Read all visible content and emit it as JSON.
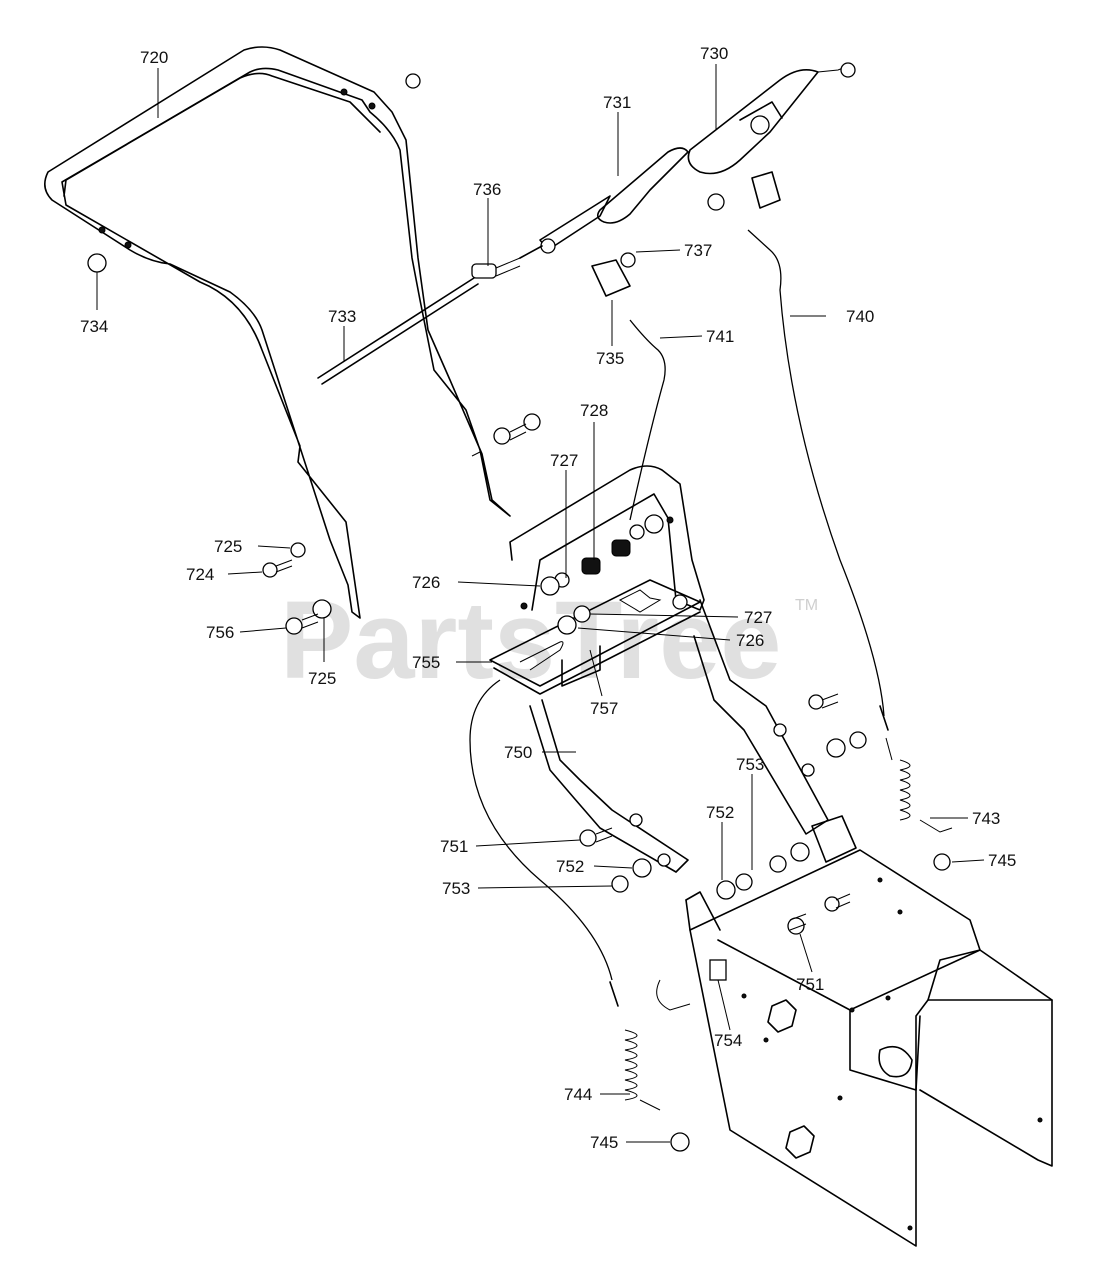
{
  "watermark": {
    "text": "PartsTree",
    "trademark": "TM"
  },
  "callouts": [
    {
      "id": "c720",
      "text": "720"
    },
    {
      "id": "c730",
      "text": "730"
    },
    {
      "id": "c731",
      "text": "731"
    },
    {
      "id": "c736",
      "text": "736"
    },
    {
      "id": "c737",
      "text": "737"
    },
    {
      "id": "c734",
      "text": "734"
    },
    {
      "id": "c733",
      "text": "733"
    },
    {
      "id": "c735",
      "text": "735"
    },
    {
      "id": "c741",
      "text": "741"
    },
    {
      "id": "c740",
      "text": "740"
    },
    {
      "id": "c728",
      "text": "728"
    },
    {
      "id": "c727a",
      "text": "727"
    },
    {
      "id": "c725a",
      "text": "725"
    },
    {
      "id": "c724",
      "text": "724"
    },
    {
      "id": "c726a",
      "text": "726"
    },
    {
      "id": "c727b",
      "text": "727"
    },
    {
      "id": "c726b",
      "text": "726"
    },
    {
      "id": "c756",
      "text": "756"
    },
    {
      "id": "c755",
      "text": "755"
    },
    {
      "id": "c725b",
      "text": "725"
    },
    {
      "id": "c757",
      "text": "757"
    },
    {
      "id": "c750",
      "text": "750"
    },
    {
      "id": "c753a",
      "text": "753"
    },
    {
      "id": "c743",
      "text": "743"
    },
    {
      "id": "c752a",
      "text": "752"
    },
    {
      "id": "c751a",
      "text": "751"
    },
    {
      "id": "c745a",
      "text": "745"
    },
    {
      "id": "c752b",
      "text": "752"
    },
    {
      "id": "c753b",
      "text": "753"
    },
    {
      "id": "c751b",
      "text": "751"
    },
    {
      "id": "c754",
      "text": "754"
    },
    {
      "id": "c744",
      "text": "744"
    },
    {
      "id": "c745b",
      "text": "745"
    }
  ]
}
